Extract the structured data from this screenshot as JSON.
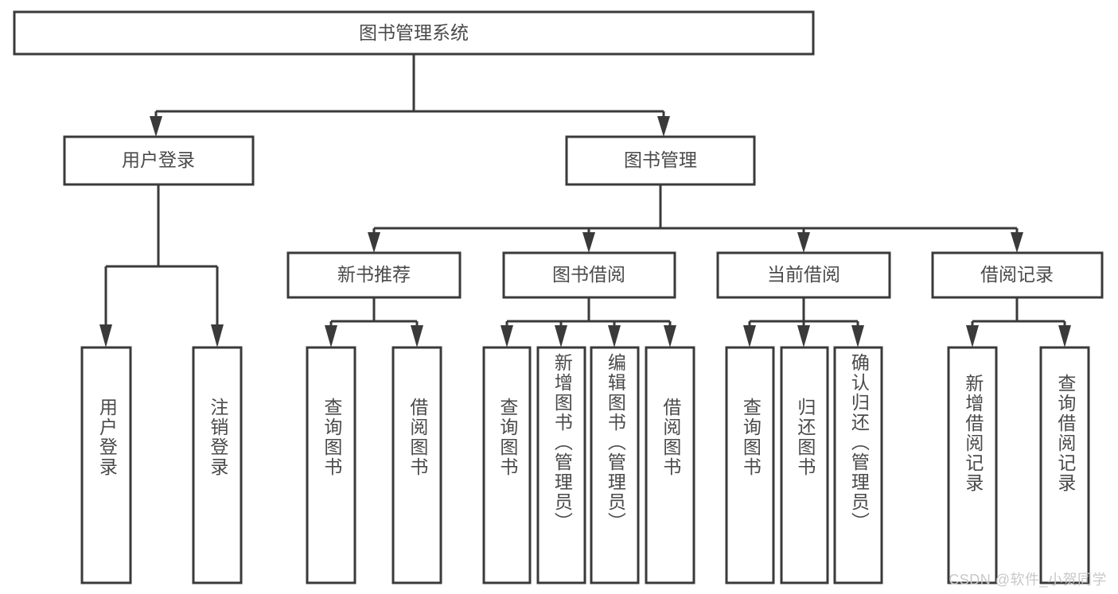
{
  "diagram": {
    "type": "tree-hierarchy-chart",
    "title_text": "图书管理系统",
    "root": {
      "label": "图书管理系统"
    },
    "level2": [
      {
        "label": "用户登录"
      },
      {
        "label": "图书管理"
      }
    ],
    "level3": [
      {
        "label": "新书推荐"
      },
      {
        "label": "图书借阅"
      },
      {
        "label": "当前借阅"
      },
      {
        "label": "借阅记录"
      }
    ],
    "leaves": {
      "user_login_children": [
        {
          "label": "用户登录"
        },
        {
          "label": "注销登录"
        }
      ],
      "new_book_children": [
        {
          "label": "查询图书"
        },
        {
          "label": "借阅图书"
        }
      ],
      "book_borrow_children": [
        {
          "label": "查询图书"
        },
        {
          "label": "新增图书（管理员）"
        },
        {
          "label": "编辑图书（管理员）"
        },
        {
          "label": "借阅图书"
        }
      ],
      "current_borrow_children": [
        {
          "label": "查询图书"
        },
        {
          "label": "归还图书"
        },
        {
          "label": "确认归还（管理员）"
        }
      ],
      "borrow_record_children": [
        {
          "label": "新增借阅记录"
        },
        {
          "label": "查询借阅记录"
        }
      ]
    },
    "colors": {
      "box_stroke": "#3a3a3a",
      "box_fill": "#ffffff",
      "text": "#4a4a4a",
      "background": "#ffffff",
      "watermark": "#c8c8c8"
    }
  },
  "watermark": {
    "text": "CSDN @软件_小贺同学"
  }
}
